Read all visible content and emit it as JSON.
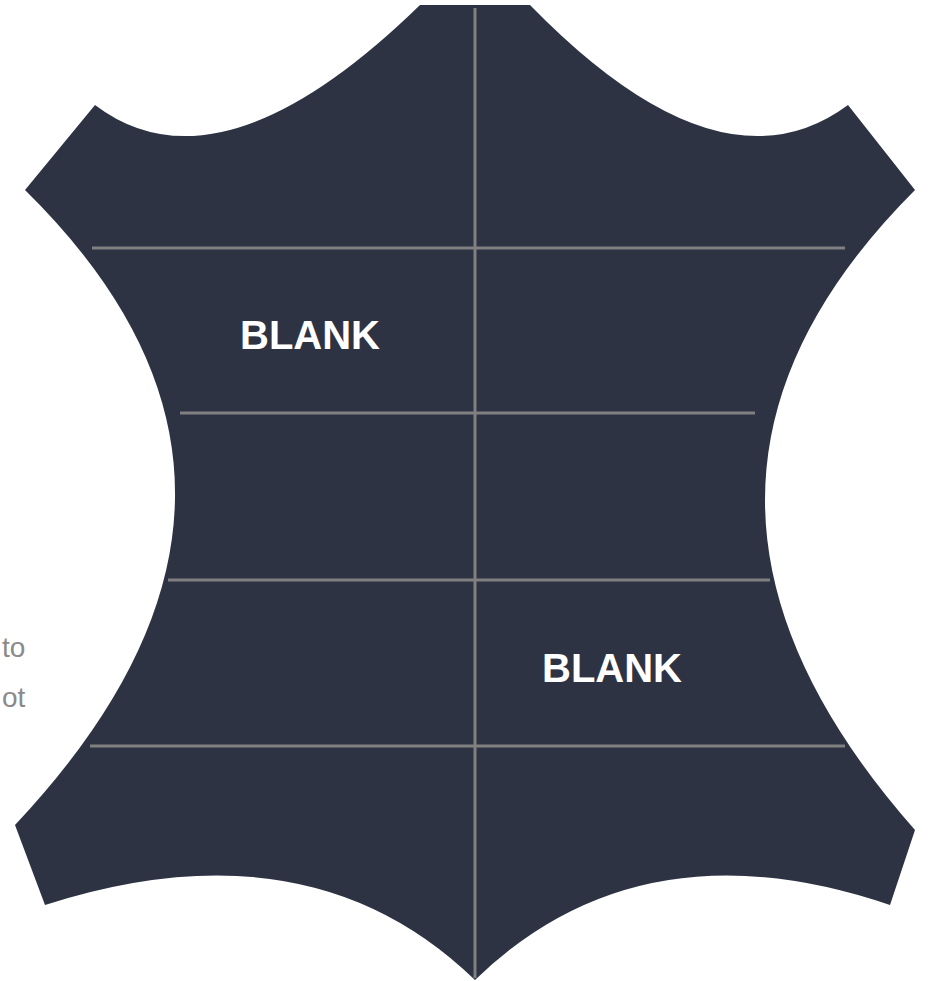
{
  "diagram": {
    "labels": [
      "BLANK",
      "to",
      "BLANK",
      "ot"
    ]
  }
}
